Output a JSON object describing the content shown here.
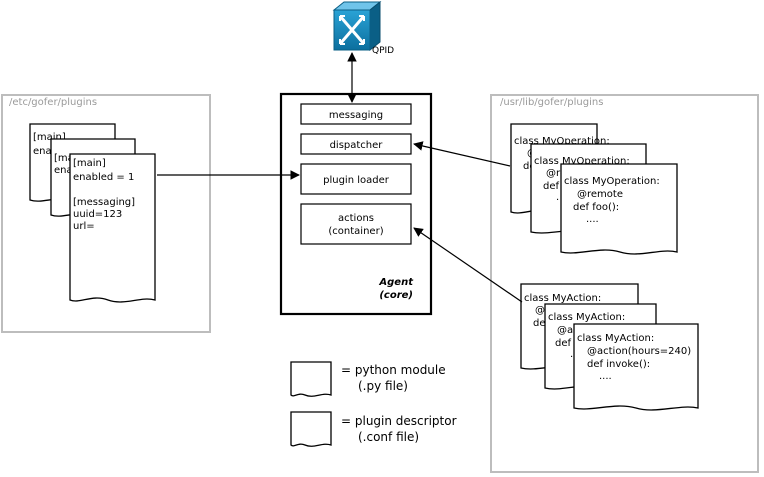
{
  "qpid": {
    "label": "QPID"
  },
  "groups": {
    "etc": {
      "title": "/etc/gofer/plugins"
    },
    "usr": {
      "title": "/usr/lib/gofer/plugins"
    }
  },
  "conf_docs": {
    "back1": [
      "[main]",
      "enab"
    ],
    "back2": [
      "[mai",
      "enab"
    ],
    "front": [
      "[main]",
      "enabled = 1",
      "",
      "[messaging]",
      "uuid=123",
      "url="
    ]
  },
  "agent": {
    "boxes": {
      "messaging": "messaging",
      "dispatcher": "dispatcher",
      "plugin_loader": "plugin loader",
      "actions_line1": "actions",
      "actions_line2": "(container)"
    },
    "label_line1": "Agent",
    "label_line2": "(core)"
  },
  "operation_docs": {
    "back1": [
      "class MyOperation:",
      "@r",
      "de"
    ],
    "back2": [
      "class MyOperation:",
      "@re",
      "def",
      "."
    ],
    "front": [
      "class MyOperation:",
      "@remote",
      "def foo():",
      "...."
    ]
  },
  "action_docs": {
    "back1": [
      "class MyAction:",
      "@",
      "de"
    ],
    "back2": [
      "class MyAction:",
      "@ac",
      "def",
      "."
    ],
    "front": [
      "class MyAction:",
      "@action(hours=240)",
      "def invoke():",
      "...."
    ]
  },
  "legend": {
    "python_line1": "= python module",
    "python_line2": "(.py file)",
    "descriptor_line1": "= plugin descriptor",
    "descriptor_line2": "(.conf file)"
  }
}
